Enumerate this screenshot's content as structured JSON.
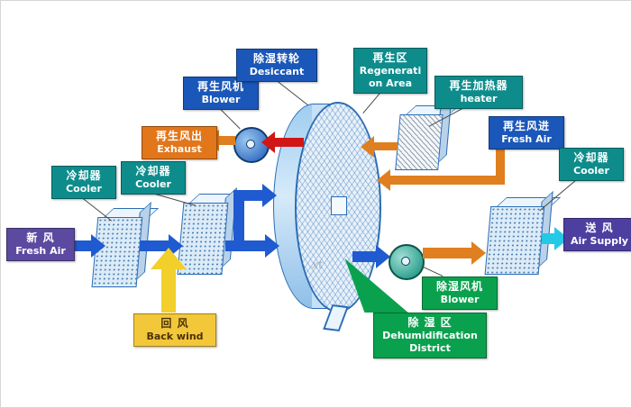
{
  "watermark": "xt",
  "colors": {
    "process_air_arrow": "#1f5ad0",
    "regen_air_arrow": "#e07f1f",
    "hot_air_arrow": "#d11616",
    "return_air_arrow": "#f2cf2a",
    "supply_air_arrow": "#25c9e8",
    "label_purple": "#5b4aa0",
    "label_teal": "#0e8c8c",
    "label_blue": "#1a57b8",
    "label_orange": "#e2761b",
    "label_yellow": "#f3c73a",
    "label_green": "#0aa14e"
  },
  "labels": {
    "fresh_air_in": {
      "zh": "新 风",
      "en": "Fresh Air"
    },
    "cooler_1": {
      "zh": "冷却器",
      "en": "Cooler"
    },
    "cooler_2": {
      "zh": "冷却器",
      "en": "Cooler"
    },
    "back_wind": {
      "zh": "回 风",
      "en": "Back wind"
    },
    "regen_blower": {
      "zh": "再生风机",
      "en": "Blower"
    },
    "regen_exhaust": {
      "zh": "再生风出",
      "en": "Exhaust"
    },
    "desiccant_wheel": {
      "zh": "除湿转轮",
      "en": "Desiccant"
    },
    "regen_area": {
      "zh": "再生区",
      "en1": "Regenerati",
      "en2": "on Area"
    },
    "regen_heater": {
      "zh": "再生加热器",
      "en": "heater"
    },
    "regen_fresh_air": {
      "zh": "再生风进",
      "en": "Fresh Air"
    },
    "cooler_right": {
      "zh": "冷却器",
      "en": "Cooler"
    },
    "air_supply": {
      "zh": "送 风",
      "en": "Air Supply"
    },
    "dehumid_blower": {
      "zh": "除湿风机",
      "en": "Blower"
    },
    "dehumid_district": {
      "zh": "除 湿 区",
      "en1": "Dehumidification",
      "en2": "District"
    }
  }
}
